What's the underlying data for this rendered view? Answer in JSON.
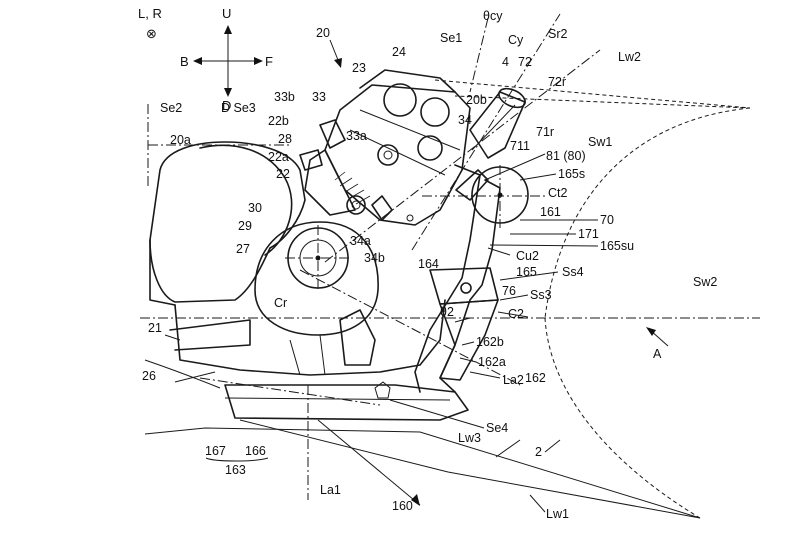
{
  "axes": {
    "lr": "L, R",
    "up": "U",
    "down": "D",
    "back": "B",
    "front": "F",
    "lr_symbol": "⊗"
  },
  "labels": {
    "n20": "20",
    "se1": "Se1",
    "theta_cy": "θcy",
    "cy": "Cy",
    "sr2": "Sr2",
    "lw2": "Lw2",
    "n4": "4",
    "n72": "72",
    "n72r": "72r",
    "n24": "24",
    "n23": "23",
    "n20b": "20b",
    "se2": "Se2",
    "d_se3": "D Se3",
    "n33b": "33b",
    "n33": "33",
    "n22b": "22b",
    "n20a": "20a",
    "n28": "28",
    "n33a": "33a",
    "n34": "34",
    "n71r": "71r",
    "n711": "711",
    "sw1": "Sw1",
    "n81": "81 (80)",
    "n22a": "22a",
    "n22": "22",
    "n165s": "165s",
    "ct2": "Ct2",
    "n30": "30",
    "n161": "161",
    "n29": "29",
    "n70": "70",
    "n171": "171",
    "n165su": "165su",
    "n34a": "34a",
    "n27": "27",
    "cu2": "Cu2",
    "ss4": "Ss4",
    "n34b": "34b",
    "n164": "164",
    "n165": "165",
    "sw2": "Sw2",
    "n76": "76",
    "ss3": "Ss3",
    "cr": "Cr",
    "theta2": "θ2",
    "c2": "C2",
    "n21": "21",
    "a": "A",
    "n162b": "162b",
    "n162": "162",
    "n26": "26",
    "n162a": "162a",
    "la2": "La2",
    "se4": "Se4",
    "n167": "167",
    "n166": "166",
    "lw3": "Lw3",
    "n2": "2",
    "n163": "163",
    "la1": "La1",
    "n160": "160",
    "lw1": "Lw1"
  }
}
